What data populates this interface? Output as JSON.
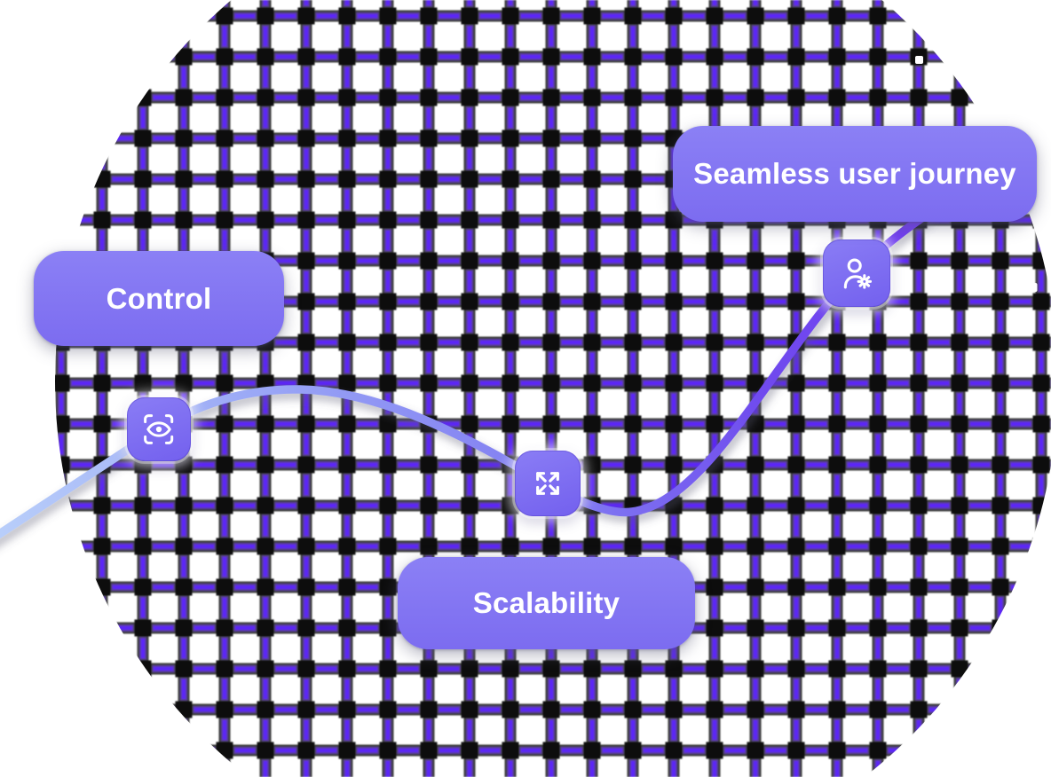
{
  "canvas": {
    "background": "#ffffff"
  },
  "callouts": [
    {
      "id": "control",
      "label": "Control"
    },
    {
      "id": "scalability",
      "label": "Scalability"
    },
    {
      "id": "seamless-user-journey",
      "label": "Seamless user journey"
    }
  ],
  "icon_badges": [
    {
      "name": "scan-eye-icon"
    },
    {
      "name": "expand-arrows-icon"
    },
    {
      "name": "user-settings-icon"
    }
  ],
  "colors": {
    "pill_background": "#8276f2",
    "badge_background": "#7d6cf2",
    "pill_text": "#ffffff",
    "grid_line": "#333333",
    "grid_intersection": "#0d0d0d",
    "grid_glow": "#5b27f7",
    "curve_gradient_start": "#bad0fa",
    "curve_gradient_mid": "#8380f2",
    "curve_gradient_end": "#713cf2",
    "sparkle": "#ffffff"
  }
}
